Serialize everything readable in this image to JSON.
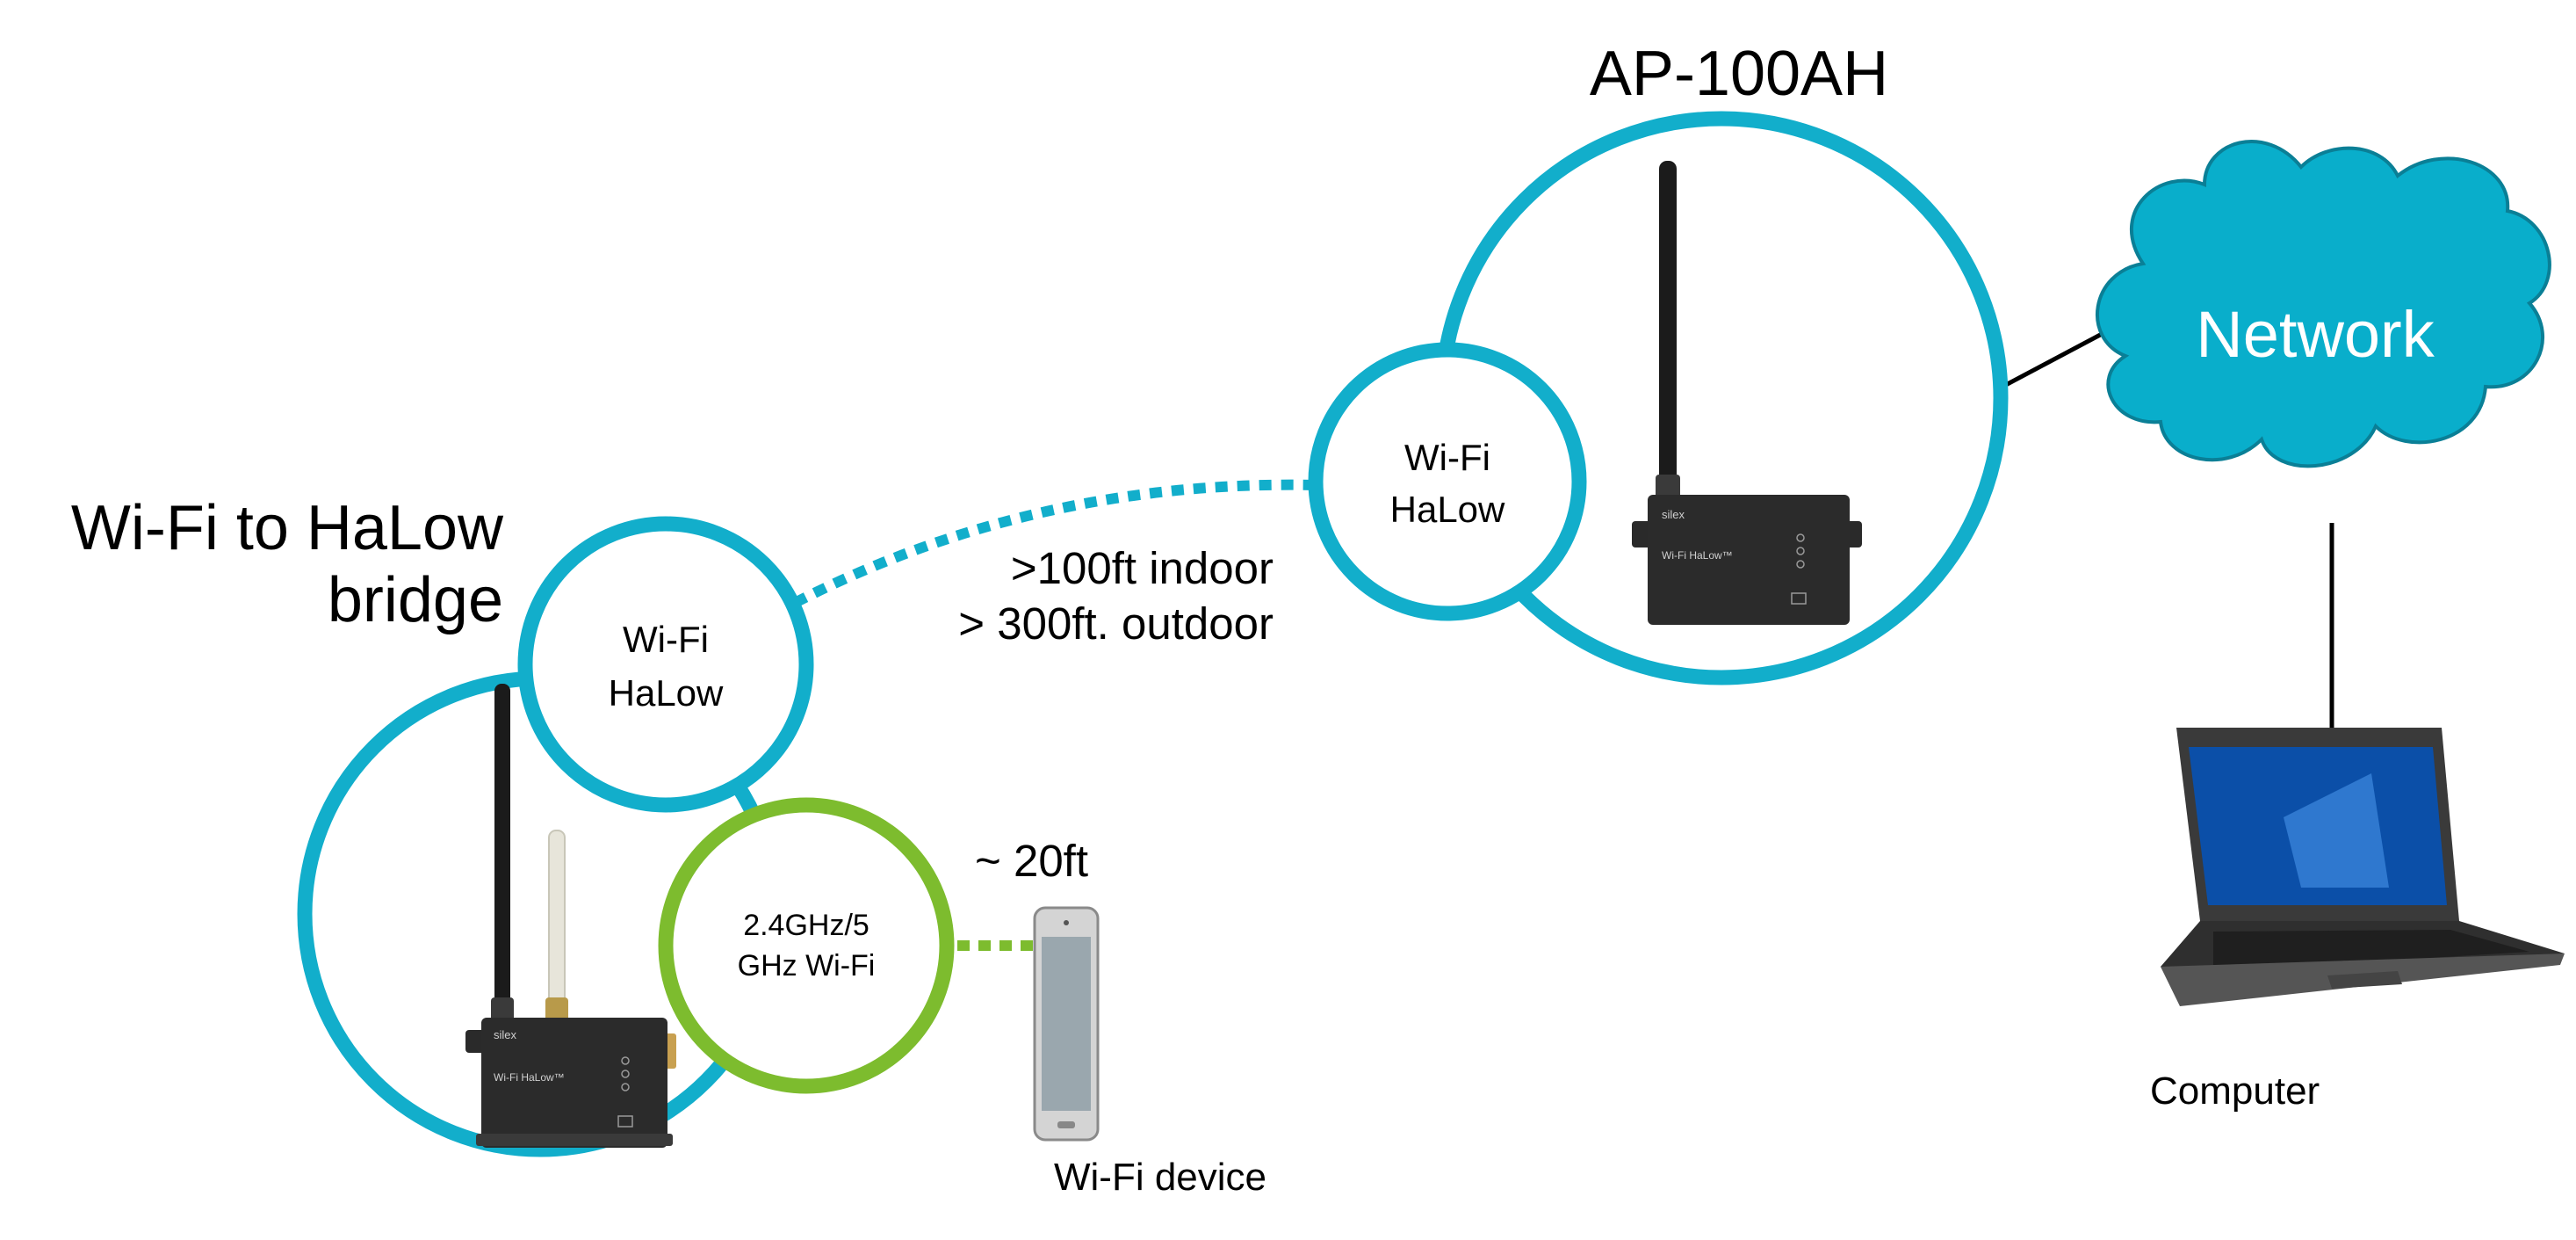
{
  "bridge": {
    "title_line1": "Wi-Fi to HaLow",
    "title_line2": "bridge",
    "halow_line1": "Wi-Fi",
    "halow_line2": "HaLow",
    "wifi_line1": "2.4GHz/5",
    "wifi_line2": "GHz Wi-Fi",
    "device_brand": "silex",
    "device_model": "Wi-Fi HaLow™"
  },
  "range": {
    "indoor": ">100ft indoor",
    "outdoor": "> 300ft. outdoor",
    "wifi_range": "~ 20ft"
  },
  "wifi_device": {
    "label": "Wi-Fi device"
  },
  "access_point": {
    "title": "AP-100AH",
    "halow_line1": "Wi-Fi",
    "halow_line2": "HaLow",
    "device_brand": "silex",
    "device_model": "Wi-Fi HaLow™"
  },
  "network": {
    "label": "Network"
  },
  "computer": {
    "label": "Computer"
  },
  "colors": {
    "halow_ring": "#12AECB",
    "wifi_ring": "#7DBC2E",
    "cloud": "#09AECB",
    "device_body": "#2b2b2b"
  }
}
